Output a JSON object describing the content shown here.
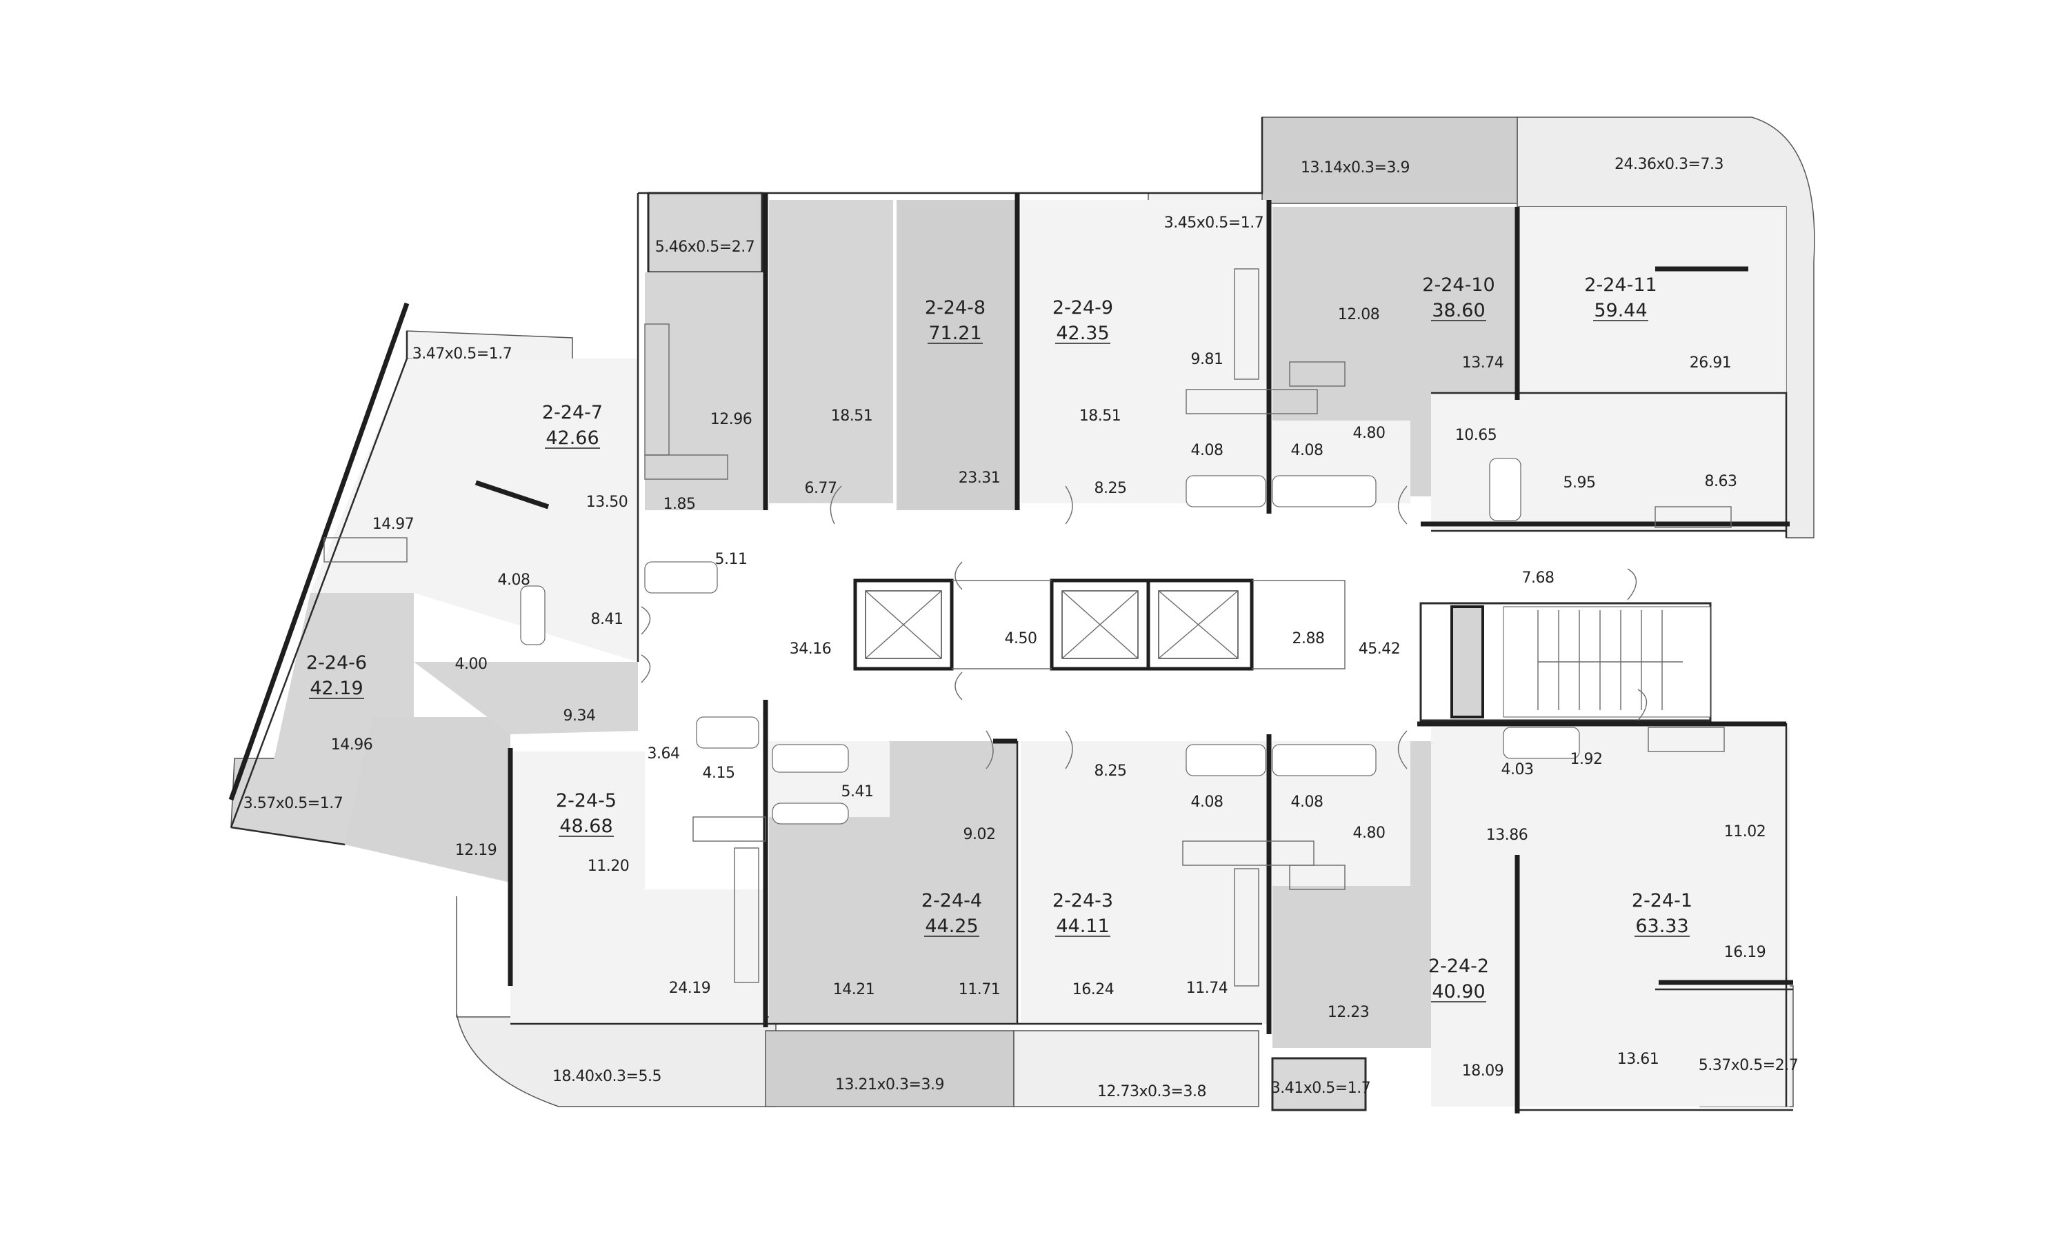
{
  "colors": {
    "apartment_dark": "#d6d6d6",
    "apartment_light": "#f4f4f4",
    "balcony": "#ececec",
    "walls": "#2b2b2b",
    "corridor": "#ffffff"
  },
  "apartments": [
    {
      "code": "2-24-1",
      "area": "63.33"
    },
    {
      "code": "2-24-2",
      "area": "40.90"
    },
    {
      "code": "2-24-3",
      "area": "44.11"
    },
    {
      "code": "2-24-4",
      "area": "44.25"
    },
    {
      "code": "2-24-5",
      "area": "48.68"
    },
    {
      "code": "2-24-6",
      "area": "42.19"
    },
    {
      "code": "2-24-7",
      "area": "42.66"
    },
    {
      "code": "2-24-8",
      "area": "71.21"
    },
    {
      "code": "2-24-9",
      "area": "42.35"
    },
    {
      "code": "2-24-10",
      "area": "38.60"
    },
    {
      "code": "2-24-11",
      "area": "59.44"
    }
  ],
  "balconies": [
    "13.14x0.3=3.9",
    "24.36x0.3=7.3",
    "5.46x0.5=2.7",
    "3.45x0.5=1.7",
    "3.47x0.5=1.7",
    "3.57x0.5=1.7",
    "18.40x0.3=5.5",
    "13.21x0.3=3.9",
    "12.73x0.3=3.8",
    "3.41x0.5=1.7",
    "5.37x0.5=2.7"
  ],
  "rooms": [
    "12.96",
    "18.51",
    "23.31",
    "6.77",
    "1.85",
    "5.11",
    "18.51",
    "8.25",
    "9.81",
    "4.08",
    "4.08",
    "12.08",
    "4.80",
    "13.74",
    "26.91",
    "10.65",
    "5.95",
    "8.63",
    "14.97",
    "13.50",
    "4.08",
    "8.41",
    "4.00",
    "9.34",
    "14.96",
    "12.19",
    "3.64",
    "4.15",
    "5.41",
    "11.20",
    "9.02",
    "24.19",
    "14.21",
    "11.71",
    "8.25",
    "16.24",
    "4.08",
    "4.08",
    "4.80",
    "11.74",
    "12.23",
    "18.09",
    "4.03",
    "1.92",
    "13.86",
    "11.02",
    "16.19",
    "13.61"
  ],
  "common": [
    "34.16",
    "4.50",
    "2.88",
    "45.42",
    "7.68"
  ]
}
